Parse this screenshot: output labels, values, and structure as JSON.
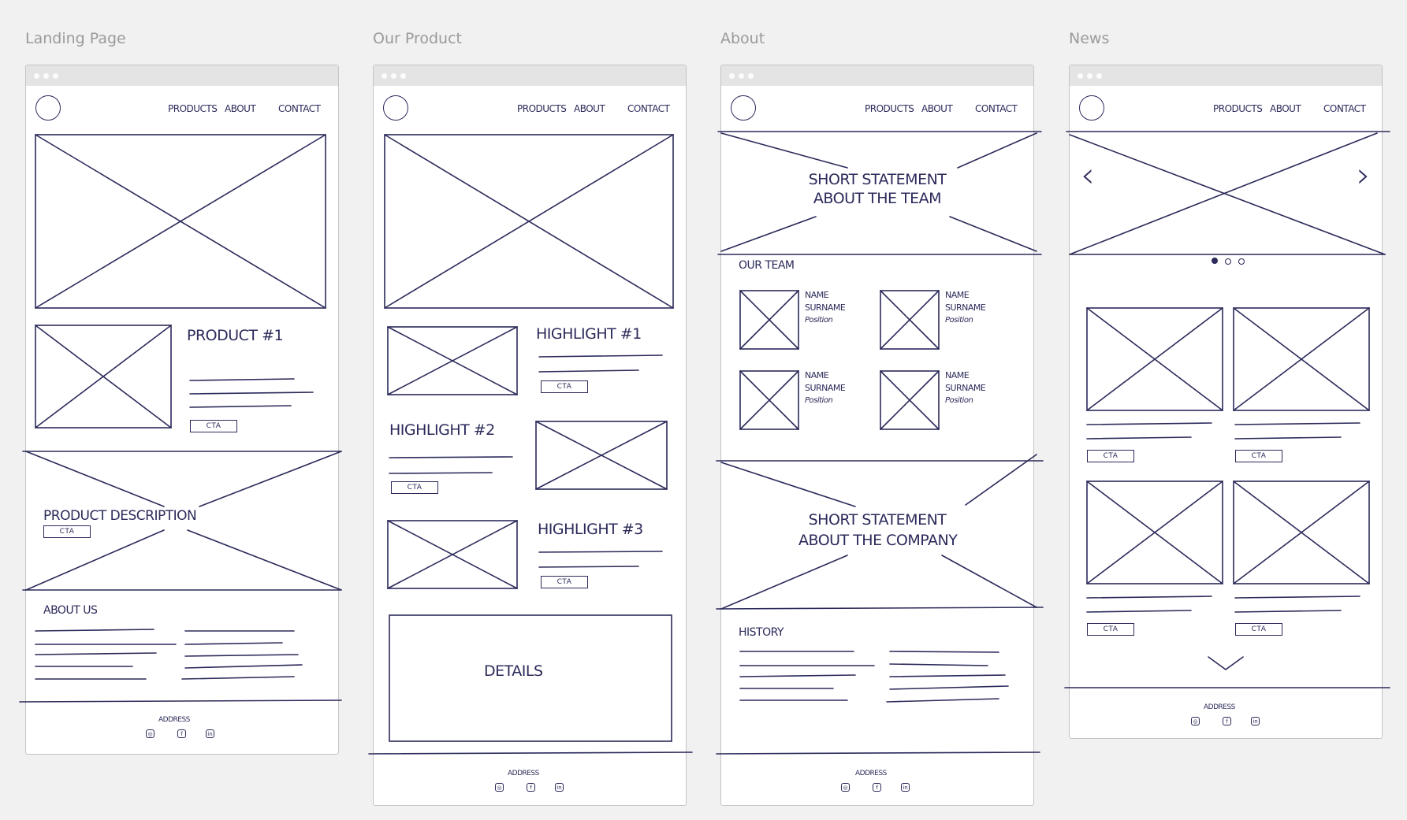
{
  "colors": {
    "background": "#f1f1f1",
    "ink": "#2b2a5a",
    "frame_border": "#c4c4c4",
    "title": "#9a9a9a"
  },
  "nav": {
    "products": "PRODUCTS",
    "about": "ABOUT",
    "contact": "CONTACT"
  },
  "footer": {
    "address": "ADDRESS",
    "icons": [
      "instagram-icon",
      "facebook-icon",
      "linkedin-icon"
    ],
    "icon_glyphs": [
      "◎",
      "f",
      "in"
    ]
  },
  "cta_label": "CTA",
  "frames": [
    {
      "title": "Landing Page",
      "product": {
        "heading": "PRODUCT #1"
      },
      "description": {
        "heading": "PRODUCT DESCRIPTION"
      },
      "about": {
        "heading": "ABOUT US"
      }
    },
    {
      "title": "Our Product",
      "highlights": [
        {
          "heading": "HIGHLIGHT #1"
        },
        {
          "heading": "HIGHLIGHT #2"
        },
        {
          "heading": "HIGHLIGHT #3"
        }
      ],
      "details": {
        "label": "DETAILS"
      }
    },
    {
      "title": "About",
      "team_statement": {
        "line1": "SHORT STATEMENT",
        "line2": "ABOUT THE TEAM"
      },
      "team": {
        "heading": "OUR TEAM",
        "members": [
          {
            "name": "NAME",
            "surname": "SURNAME",
            "position": "Position"
          },
          {
            "name": "NAME",
            "surname": "SURNAME",
            "position": "Position"
          },
          {
            "name": "NAME",
            "surname": "SURNAME",
            "position": "Position"
          },
          {
            "name": "NAME",
            "surname": "SURNAME",
            "position": "Position"
          }
        ]
      },
      "company_statement": {
        "line1": "SHORT STATEMENT",
        "line2": "ABOUT THE COMPANY"
      },
      "history": {
        "heading": "HISTORY"
      }
    },
    {
      "title": "News",
      "carousel": {
        "prev": "‹",
        "next": "›",
        "pages": 3,
        "active_page": 1
      },
      "load_more": "⌄"
    }
  ]
}
